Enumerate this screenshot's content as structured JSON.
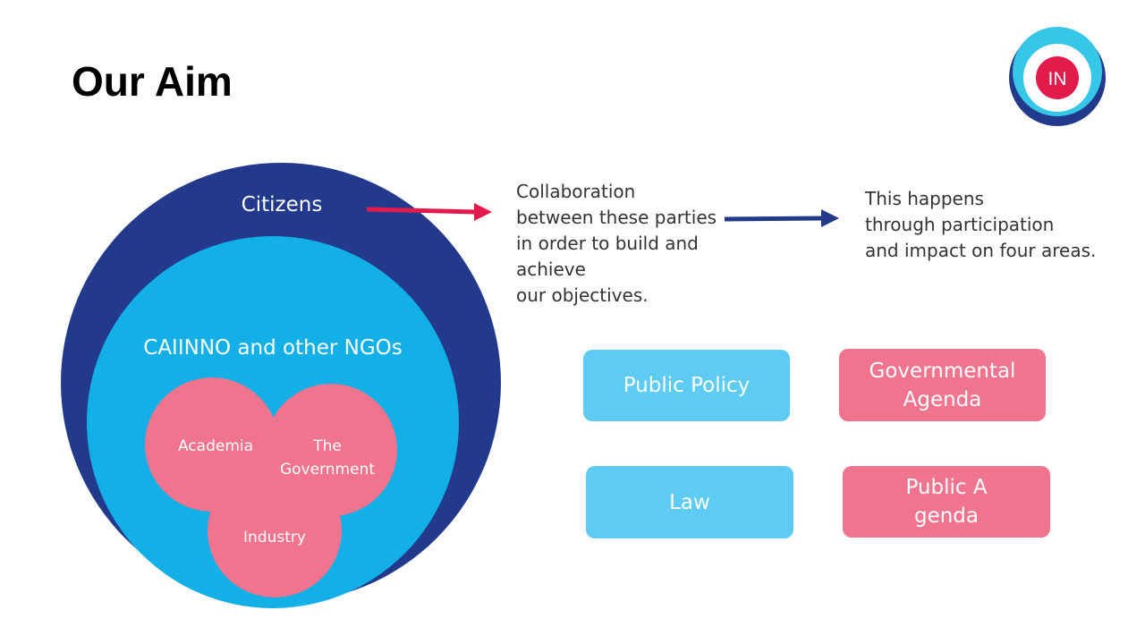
{
  "slide": {
    "title": "Our Aim"
  },
  "diagram": {
    "citizens": "Citizens",
    "ngos": "CAIINNO and other NGOs",
    "academia": "Academia",
    "government": "The\nGovernment",
    "industry": "Industry"
  },
  "text": {
    "collaboration": "Collaboration\nbetween these parties\nin order to build and\nachieve\nour objectives.",
    "happens": "This happens\nthrough participation\nand impact on four areas."
  },
  "areas": [
    {
      "label": "Public Policy",
      "color": "#5ecbf2"
    },
    {
      "label": "Governmental\nAgenda",
      "color": "#f0748e"
    },
    {
      "label": "Law",
      "color": "#5ecbf2"
    },
    {
      "label": "Public A\ngenda",
      "color": "#f0748e"
    }
  ],
  "logo": {
    "text": "IN"
  },
  "colors": {
    "outer_circle": "#233a8c",
    "inner_circle": "#13b0e8",
    "pink": "#f0748e",
    "red_arrow": "#e31b4c",
    "blue_arrow": "#233a8c",
    "logo_cyan": "#36c6e8",
    "logo_red": "#e31b4c"
  }
}
